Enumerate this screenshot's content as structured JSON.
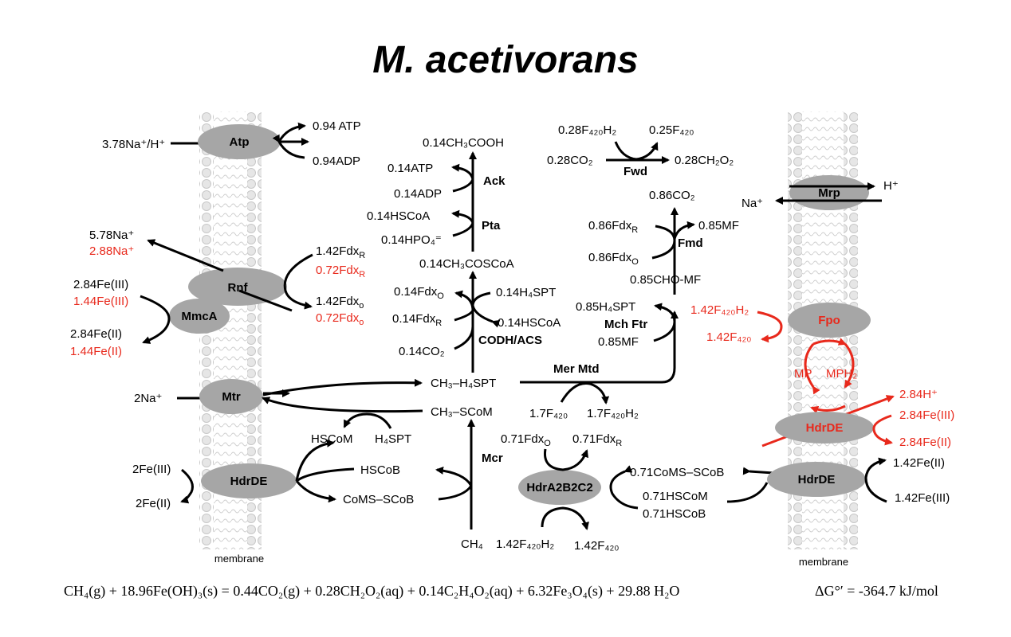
{
  "title": "M. acetivorans",
  "membrane_label": "membrane",
  "colors": {
    "black": "#000000",
    "red": "#e8291c",
    "enzyme_fill": "#a6a6a6",
    "membrane": "#d9d9d9"
  },
  "enzymes": {
    "atp": "Atp",
    "rnf": "Rnf",
    "mmca": "MmcA",
    "mtr": "Mtr",
    "hdrde_left": "HdrDE",
    "mrp": "Mrp",
    "fpo": "Fpo",
    "hdrde_red": "HdrDE",
    "hdrde_right": "HdrDE",
    "hdra2b2c2": "HdrA2B2C2"
  },
  "pathway_labels": {
    "ack": "Ack",
    "pta": "Pta",
    "codh_acs": "CODH/ACS",
    "fwd": "Fwd",
    "fmd": "Fmd",
    "mch_ftr": "Mch Ftr",
    "mer_mtd": "Mer Mtd",
    "mcr": "Mcr"
  },
  "species": {
    "atp_na": "3.78Na⁺/H⁺",
    "atp_out": "0.94 ATP",
    "adp_in": "0.94ADP",
    "rnf_na_black": "5.78Na⁺",
    "rnf_na_red": "2.88Na⁺",
    "fdxr_black": "1.42Fdx",
    "fdxr_red": "0.72Fdx",
    "fdxo_black": "1.42Fdx",
    "fdxo_red": "0.72Fdx",
    "fe3_black": "2.84Fe(III)",
    "fe3_red": "1.44Fe(III)",
    "fe2_black": "2.84Fe(II)",
    "fe2_red": "1.44Fe(II)",
    "mtr_na": "2Na⁺",
    "hdr_fe3": "2Fe(III)",
    "hdr_fe2": "2Fe(II)",
    "hscom": "HSCoM",
    "h4spt": "H₄SPT",
    "hscob": "HSCoB",
    "comsscob": "CoMS–SCoB",
    "ch4": "CH₄",
    "ch3_h4spt": "CH₃–H₄SPT",
    "ch3_scom": "CH₃–SCoM",
    "acetate": "0.14CH₃COOH",
    "atp014": "0.14ATP",
    "adp014": "0.14ADP",
    "hscoa014": "0.14HSCoA",
    "hpo4": "0.14HPO₄⁼",
    "acetylcoa": "0.14CH₃COSCoA",
    "codh_fdxo": "0.14Fdx",
    "codh_fdxr": "0.14Fdx",
    "codh_co2": "0.14CO₂",
    "codh_h4spt": "0.14H₄SPT",
    "codh_hscoa": "0.14HSCoA",
    "f420h2_028": "0.28F₄₂₀H₂",
    "f420_025": "0.25F₄₂₀",
    "co2_028": "0.28CO₂",
    "formate": "0.28CH₂O₂",
    "co2_086": "0.86CO₂",
    "fmd_fdxr": "0.86Fdx",
    "fmd_fdxo": "0.86Fdx",
    "mf_085": "0.85MF",
    "cho_mf": "0.85CHO-MF",
    "mch_h4spt": "0.85H₄SPT",
    "mch_mf": "0.85MF",
    "mer_f420": "1.7F₄₂₀",
    "mer_f420h2": "1.7F₄₂₀H₂",
    "hdr_fdxo": "0.71Fdx",
    "hdr_fdxr": "0.71Fdx",
    "hdr_f420h2": "1.42F₄₂₀H₂",
    "hdr_f420": "1.42F₄₂₀",
    "hdr_comsscob": "0.71CoMS–SCoB",
    "hdr_hscom": "0.71HSCoM",
    "hdr_hscob": "0.71HSCoB",
    "mrp_na": "Na⁺",
    "mrp_h": "H⁺",
    "fpo_f420h2": "1.42F₄₂₀H₂",
    "fpo_f420": "1.42F₄₂₀",
    "mp": "MP",
    "mph2": "MPH₂",
    "red_h": "2.84H⁺",
    "red_fe3": "2.84Fe(III)",
    "red_fe2": "2.84Fe(II)",
    "right_fe2": "1.42Fe(II)",
    "right_fe3": "1.42Fe(III)"
  },
  "subscripts": {
    "R": "R",
    "O": "O",
    "o": "o"
  },
  "equation": "CH₄(g) + 18.96Fe(OH)₃(s) = 0.44CO₂(g) + 0.28CH₂O₂(aq) + 0.14C₂H₄O₂(aq) + 6.32Fe₃O₄(s) + 29.88 H₂O",
  "delta_g": "ΔG°′ = -364.7 kJ/mol"
}
